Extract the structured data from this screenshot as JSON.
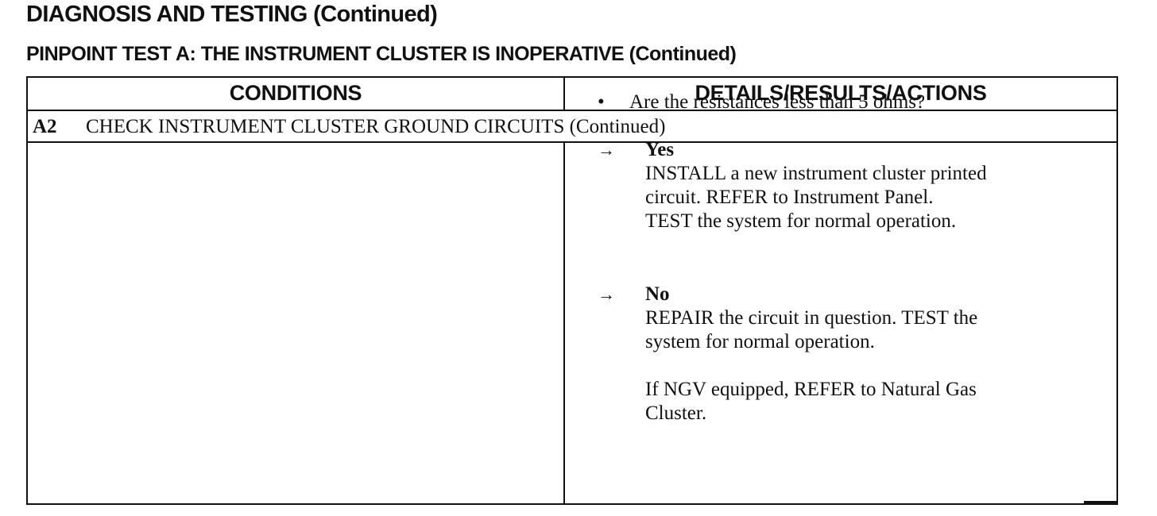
{
  "heading": "DIAGNOSIS AND TESTING (Continued)",
  "subheading": "PINPOINT TEST A:  THE INSTRUMENT CLUSTER IS INOPERATIVE (Continued)",
  "table": {
    "col_conditions": "CONDITIONS",
    "col_details": "DETAILS/RESULTS/ACTIONS",
    "step_id": "A2",
    "step_title": "CHECK INSTRUMENT CLUSTER GROUND CIRCUITS (Continued)"
  },
  "details": {
    "bullet": "•",
    "question": "Are the resistances less than 5 ohms?",
    "arrow": "→",
    "yes_label": "Yes",
    "yes_lines": [
      "INSTALL a new instrument cluster printed",
      "circuit. REFER to Instrument Panel.",
      "TEST the system for normal operation."
    ],
    "no_label": "No",
    "no_lines": [
      "REPAIR the circuit in question. TEST the",
      "system for normal operation.",
      "If NGV equipped, REFER to Natural Gas",
      "Cluster."
    ]
  }
}
